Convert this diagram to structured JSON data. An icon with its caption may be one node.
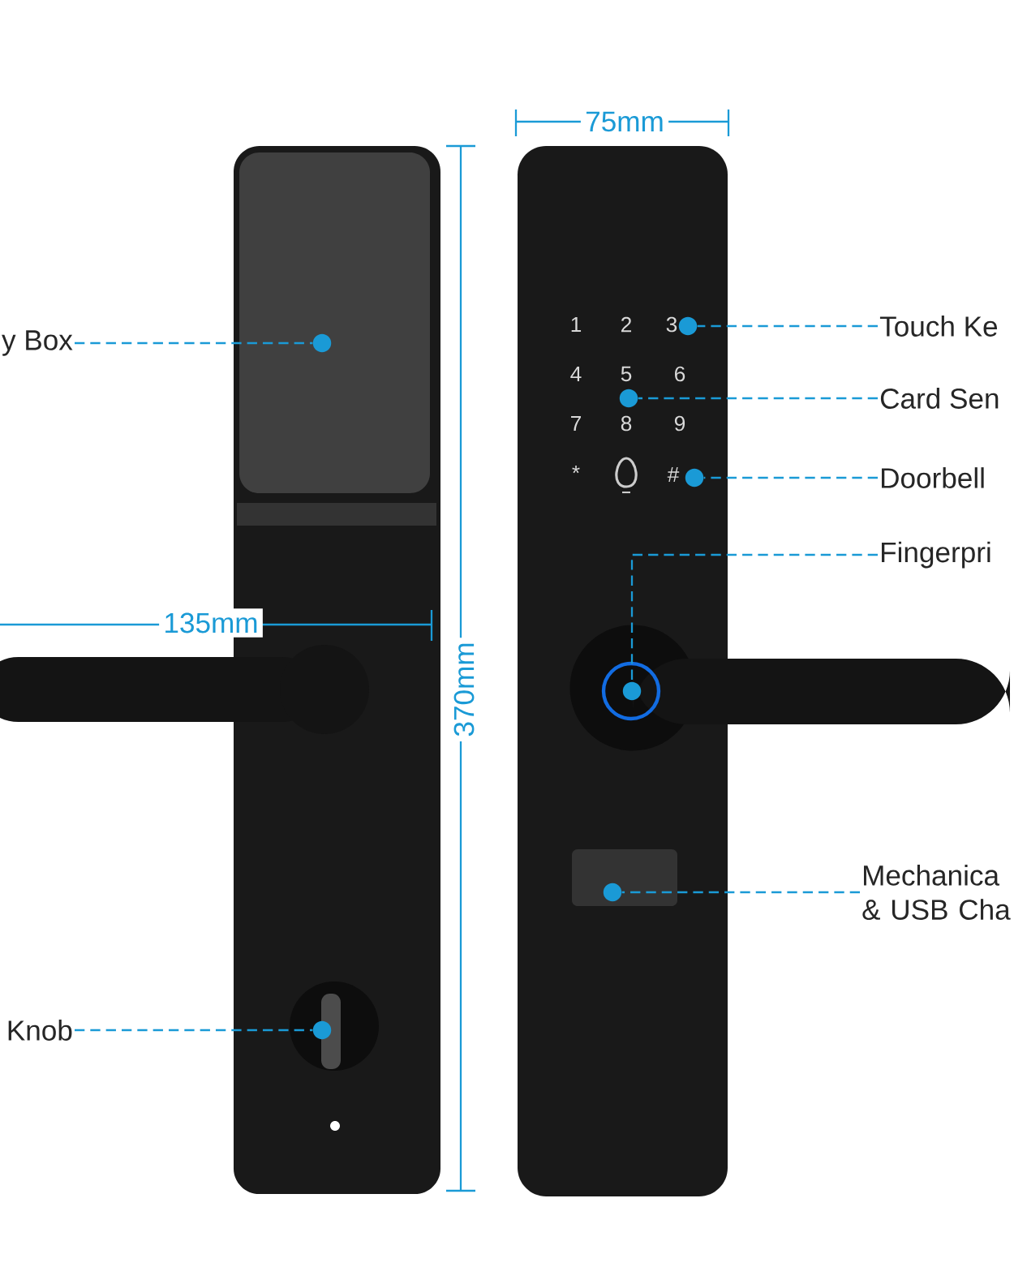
{
  "diagram": {
    "nodes": [
      {
        "text": [
          "y Box"
        ]
      },
      {
        "text": [],
        "shape": "circle"
      },
      {
        "text": [
          "Knob"
        ]
      },
      {
        "text": [],
        "shape": "circle"
      },
      {
        "text": [
          "Touch Ke"
        ]
      },
      {
        "text": [],
        "shape": "circle"
      },
      {
        "text": [
          "Card Sen"
        ]
      },
      {
        "text": [],
        "shape": "circle"
      },
      {
        "text": [
          "Doorbell"
        ]
      },
      {
        "text": [],
        "shape": "circle"
      },
      {
        "text": [
          "Fingerpri"
        ]
      },
      {
        "text": [],
        "shape": "circle"
      },
      {
        "text": [
          "Mechanica & USB Cha"
        ]
      },
      {
        "text": [],
        "shape": "circle"
      }
    ],
    "edges": [
      {
        "from": 0,
        "to": 1,
        "arrow": "none",
        "style": "dashed"
      },
      {
        "from": 2,
        "to": 3,
        "arrow": "none",
        "style": "dashed"
      },
      {
        "from": 4,
        "to": 5,
        "arrow": "none",
        "style": "dashed"
      },
      {
        "from": 6,
        "to": 7,
        "arrow": "none",
        "style": "dashed"
      },
      {
        "from": 8,
        "to": 9,
        "arrow": "none",
        "style": "dashed"
      },
      {
        "from": 10,
        "to": 11,
        "arrow": "none",
        "style": "dashed"
      },
      {
        "from": 12,
        "to": 13,
        "arrow": "none",
        "style": "dashed"
      }
    ],
    "labels": [
      "75mm",
      "135mm",
      "370mm",
      "1",
      "2",
      "3",
      "4",
      "5",
      "6",
      "7",
      "8",
      "9",
      "*",
      "#"
    ]
  }
}
